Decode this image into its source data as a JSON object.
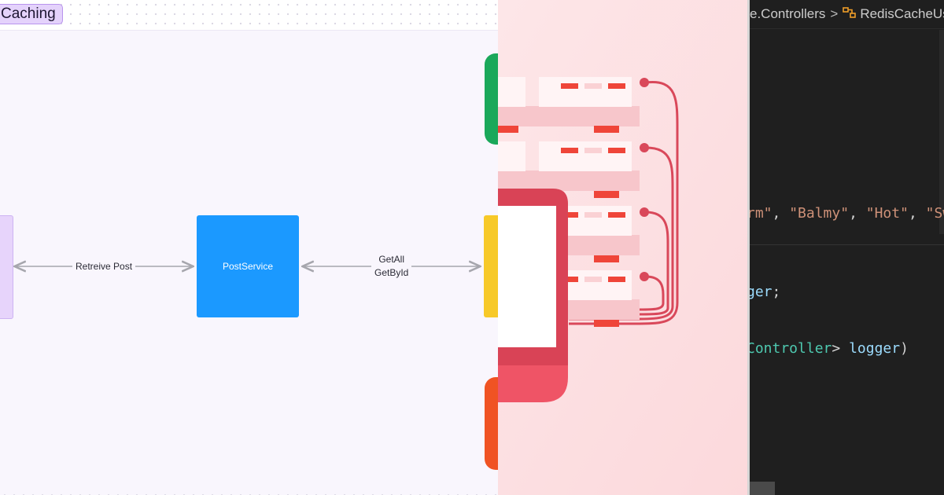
{
  "diagram": {
    "section_label": "Caching",
    "service_label": "PostService",
    "edge_left_label": "Retreive Post",
    "edge_right_label_1": "GetAll",
    "edge_right_label_2": "GetById",
    "colors": {
      "canvas": "#f9f6fd",
      "client_node": "#e7d4fb",
      "service_node": "#1b99ff",
      "cache_node": "#f7c928",
      "db_top": "#1aa85a",
      "db_bottom": "#f05323",
      "arrow": "#a6a6ad"
    }
  },
  "illustration": {
    "server_count": 4,
    "colors": {
      "background": "#fde6e8",
      "server_body": "#fff4f5",
      "server_shadow": "#f7c6cb",
      "led": "#ef4539",
      "cable": "#d9485a",
      "monitor": "#e0485a"
    }
  },
  "editor": {
    "breadcrumb_part_1": "e.Controllers",
    "breadcrumb_separator": ">",
    "breadcrumb_part_2": "RedisCacheUs",
    "breadcrumb_class_icon": "class-icon",
    "line_1": {
      "s1": "rm\"",
      "sep1": ", ",
      "s2": "\"Balmy\"",
      "sep2": ", ",
      "s3": "\"Hot\"",
      "sep3": ", ",
      "s4": "\"Sw"
    },
    "line_2": {
      "var": "ger",
      "punct": ";"
    },
    "line_3": {
      "type": "Controller",
      "gt": "> ",
      "var": "logger",
      "close": ")"
    },
    "colors": {
      "background": "#1f1f1f",
      "string": "#ce9178",
      "variable": "#9cdcfe",
      "type": "#4ec9b0",
      "plain": "#d4d4d4"
    }
  }
}
